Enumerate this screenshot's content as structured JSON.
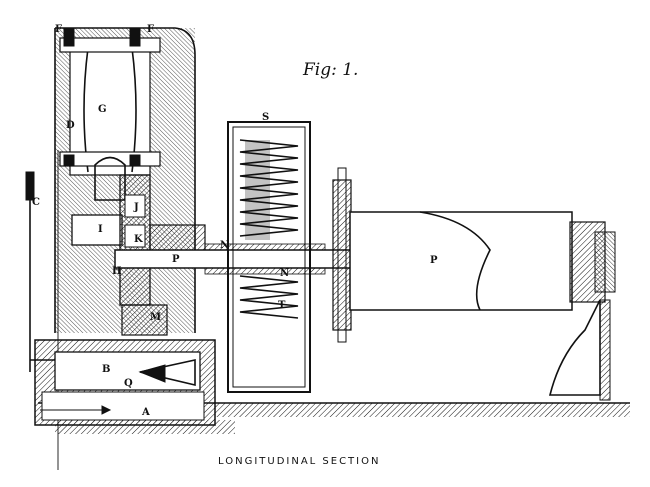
{
  "figure": {
    "title": "Fig: 1.",
    "caption": "LONGITUDINAL SECTION"
  },
  "labels": {
    "A": "A",
    "B": "B",
    "C": "C",
    "D": "D",
    "F1": "F",
    "F2": "F",
    "G": "G",
    "H": "H",
    "I": "I",
    "J": "J",
    "K": "K",
    "M": "M",
    "N1": "N",
    "N2": "N",
    "P1": "P",
    "P2": "P",
    "Q": "Q",
    "S": "S",
    "T": "T"
  }
}
